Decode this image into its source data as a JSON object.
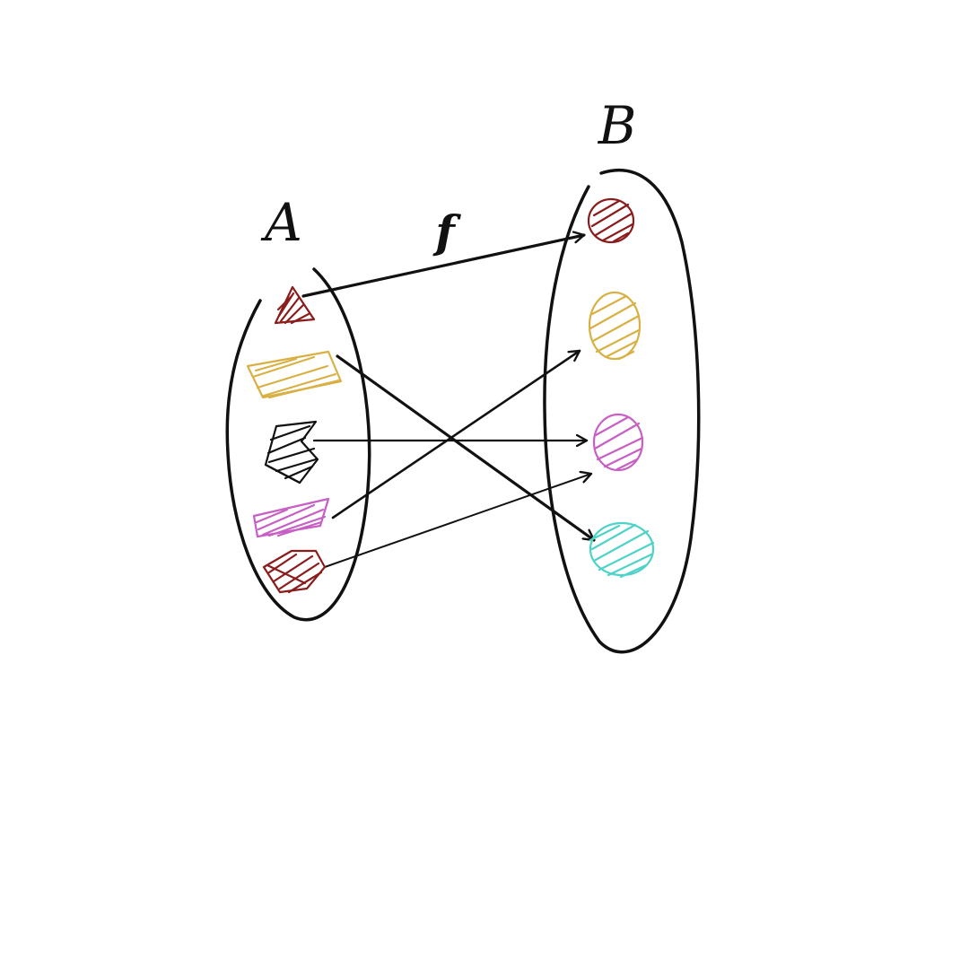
{
  "domain_labels": {
    "set_a": "A",
    "set_b": "B",
    "mapping": "f"
  },
  "domain_elements": [
    {
      "id": "a1",
      "shape": "triangle",
      "color": "#8b1c1c"
    },
    {
      "id": "a2",
      "shape": "rectangle",
      "color": "#d9b044"
    },
    {
      "id": "a3",
      "shape": "jagged-polygon",
      "color": "#111111"
    },
    {
      "id": "a4",
      "shape": "parallelogram",
      "color": "#c75fc4"
    },
    {
      "id": "a5",
      "shape": "arrow-pentagon",
      "color": "#8b1c1c"
    }
  ],
  "codomain_elements": [
    {
      "id": "b1",
      "shape": "circle",
      "color": "#8b1c1c"
    },
    {
      "id": "b2",
      "shape": "oval",
      "color": "#d9b044"
    },
    {
      "id": "b3",
      "shape": "circle",
      "color": "#c75fc4"
    },
    {
      "id": "b4",
      "shape": "circle",
      "color": "#4fd3c8"
    }
  ],
  "mappings": [
    {
      "from": "a1",
      "to": "b1"
    },
    {
      "from": "a2",
      "to": "b4"
    },
    {
      "from": "a3",
      "to": "b3"
    },
    {
      "from": "a4",
      "to": "b2"
    },
    {
      "from": "a5",
      "to": "b3"
    }
  ]
}
